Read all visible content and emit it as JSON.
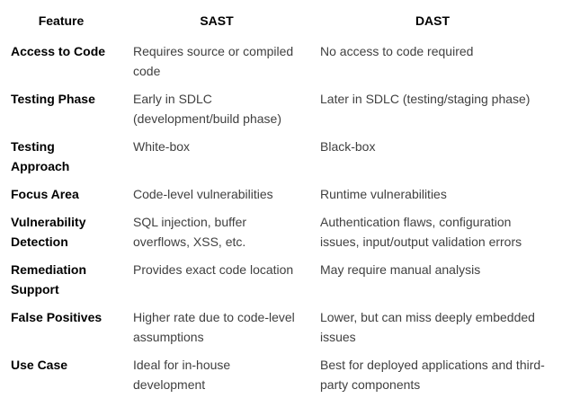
{
  "page": {
    "background_color": "#ffffff",
    "header_text_color": "#000000",
    "body_text_color": "#404040"
  },
  "table": {
    "name": "SAST vs DAST comparison",
    "columns": [
      {
        "key": "feature",
        "label": "Feature"
      },
      {
        "key": "sast",
        "label": "SAST"
      },
      {
        "key": "dast",
        "label": "DAST"
      }
    ],
    "rows": [
      {
        "feature": "Access to Code",
        "sast": "Requires source or compiled code",
        "dast": "No access to code required"
      },
      {
        "feature": "Testing Phase",
        "sast": "Early in SDLC (development/build phase)",
        "dast": "Later in SDLC (testing/staging phase)"
      },
      {
        "feature": "Testing Approach",
        "sast": "White-box",
        "dast": "Black-box"
      },
      {
        "feature": "Focus Area",
        "sast": "Code-level vulnerabilities",
        "dast": "Runtime vulnerabilities"
      },
      {
        "feature": "Vulnerability Detection",
        "sast": "SQL injection, buffer overflows, XSS, etc.",
        "dast": "Authentication flaws, configuration issues, input/output validation errors"
      },
      {
        "feature": "Remediation Support",
        "sast": "Provides exact code location",
        "dast": "May require manual analysis"
      },
      {
        "feature": "False Positives",
        "sast": "Higher rate due to code-level assumptions",
        "dast": "Lower, but can miss deeply embedded issues"
      },
      {
        "feature": "Use Case",
        "sast": "Ideal for in-house development",
        "dast": "Best for deployed applications and third-party components"
      }
    ]
  }
}
